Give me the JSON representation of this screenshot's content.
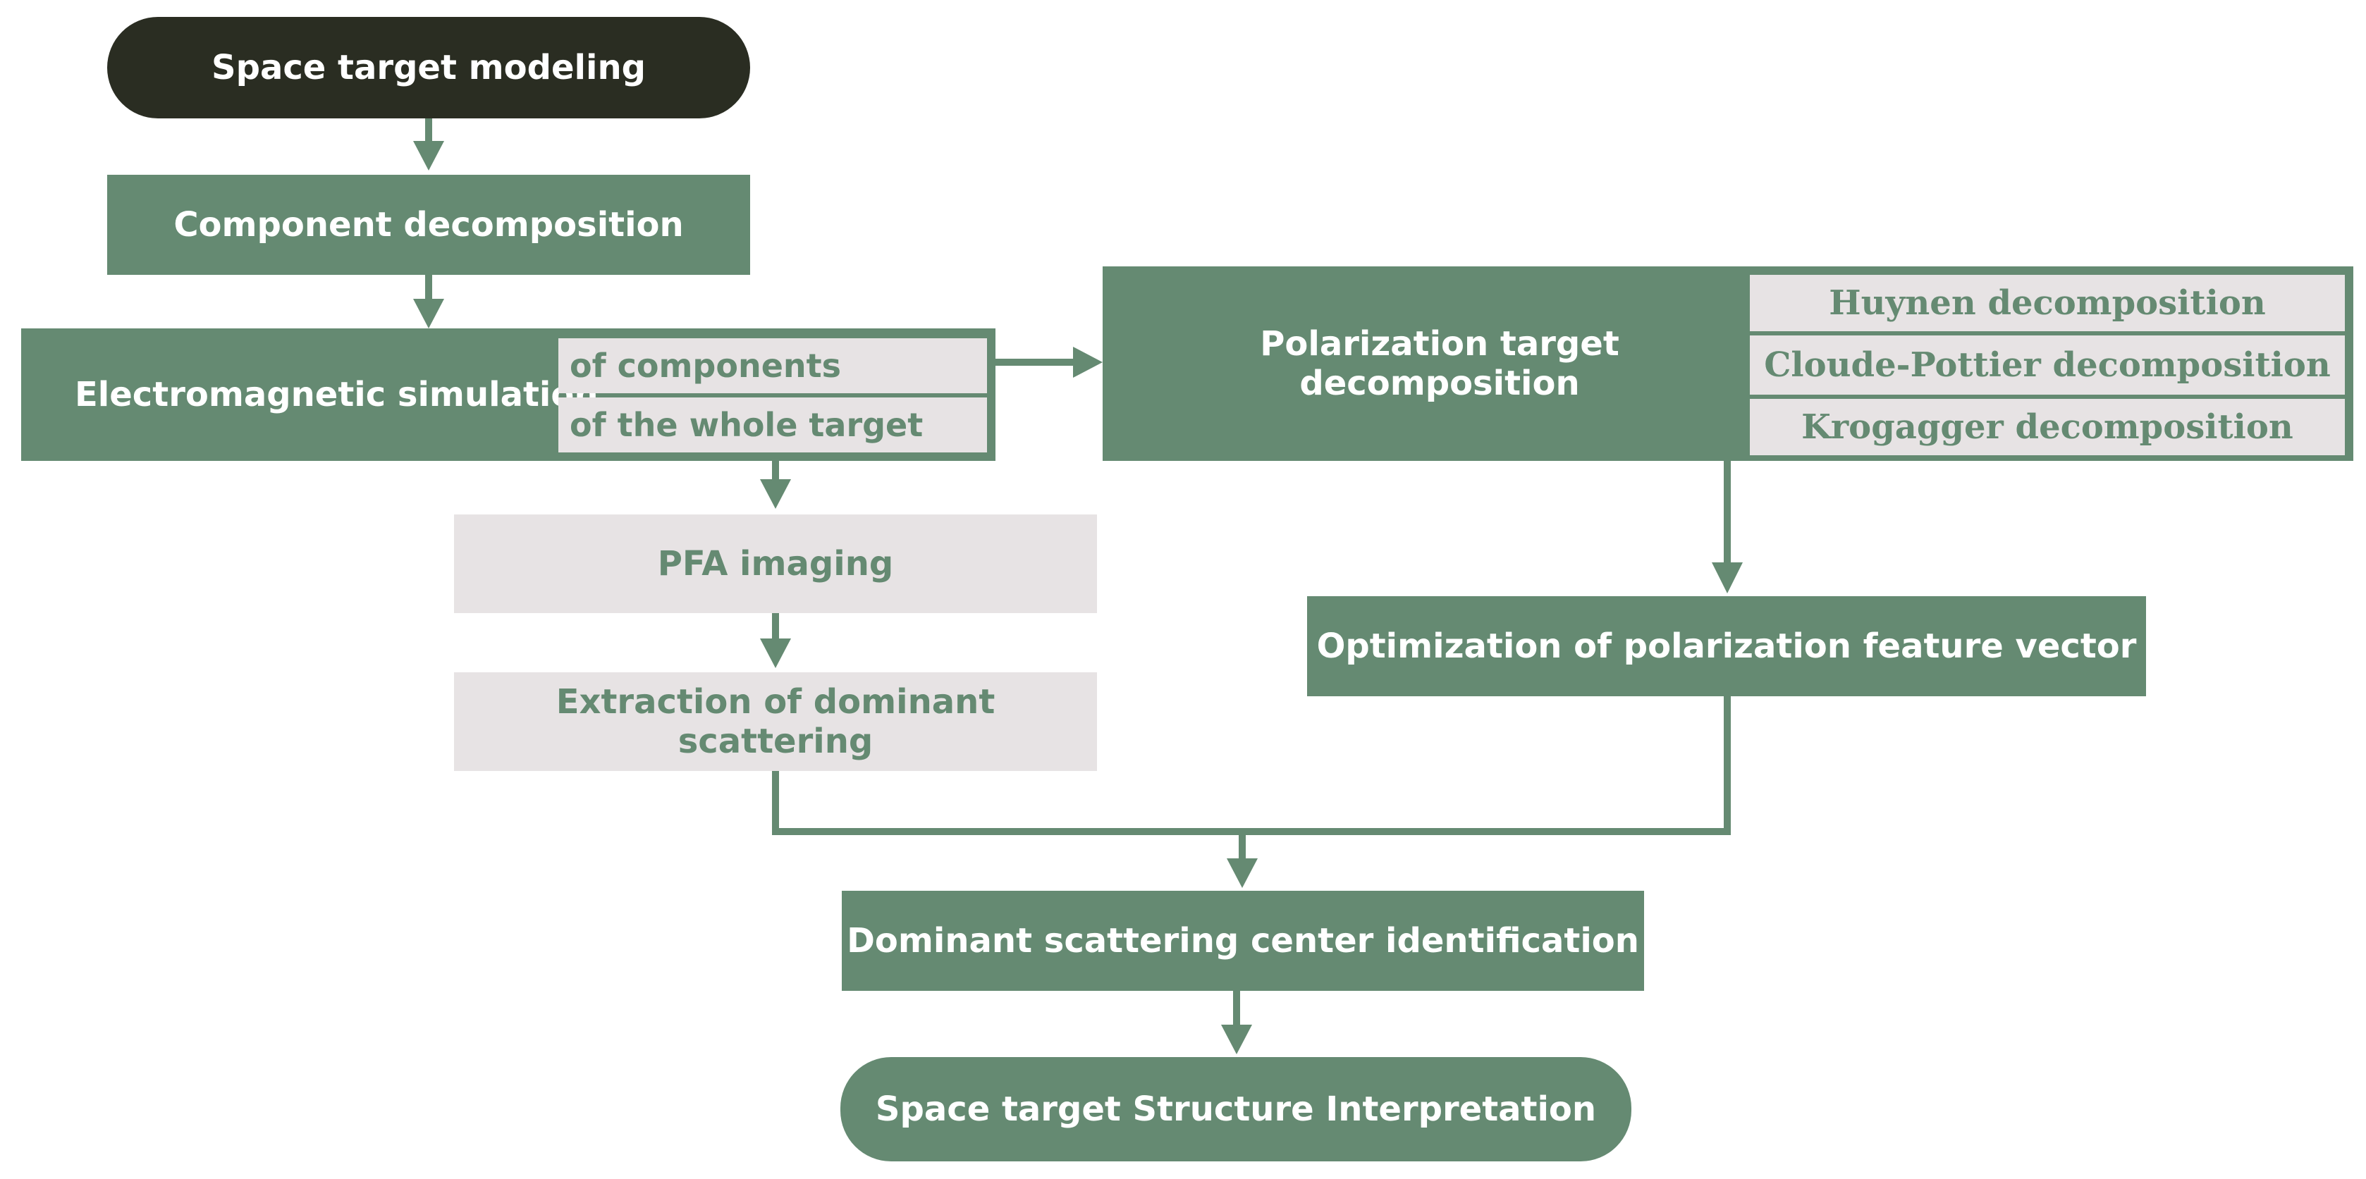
{
  "nodes": {
    "space_target_modeling": "Space target modeling",
    "component_decomposition": "Component decomposition",
    "electromagnetic_simulation": {
      "label": "Electromagnetic simulation",
      "options": [
        "of components",
        "of the whole target"
      ]
    },
    "polarization_target_decomposition": {
      "label": "Polarization target decomposition",
      "methods": [
        "Huynen decomposition",
        "Cloude-Pottier decomposition",
        "Krogagger decomposition"
      ]
    },
    "pfa_imaging": "PFA imaging",
    "extraction_of_dominant_scattering": "Extraction of dominant scattering",
    "optimization_of_polarization_feature_vector": "Optimization of polarization feature vector",
    "dominant_scattering_center_identification": "Dominant scattering center identification",
    "space_target_structure_interpretation": "Space target Structure Interpretation"
  },
  "colors": {
    "dark": "#2a2d22",
    "green": "#658a72",
    "light": "#e7e3e4",
    "text_on_dark": "#ffffff"
  }
}
